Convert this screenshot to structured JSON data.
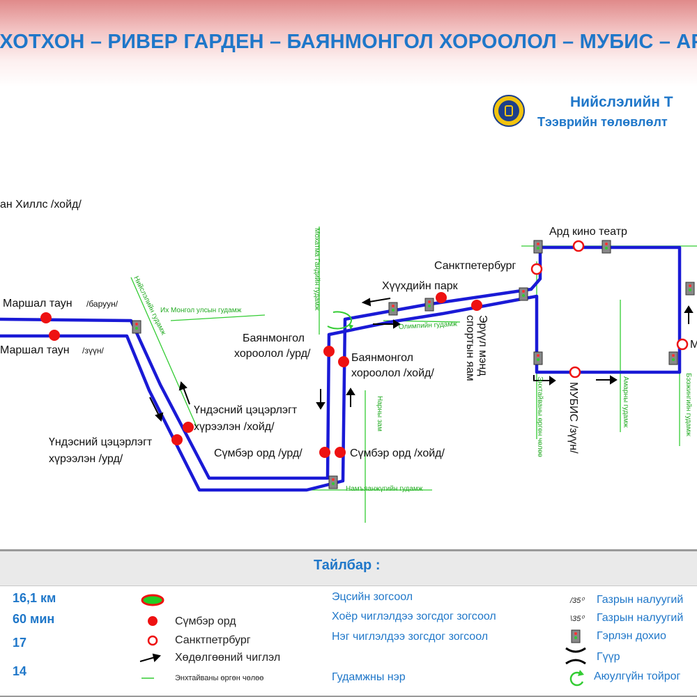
{
  "header": {
    "title": "С ХОТХОН – РИВЕР ГАРДЕН – БАЯНМОНГОЛ ХОРООЛОЛ – МУБИС – АР",
    "org_line1": "Нийслэлийн Т",
    "org_line2": "Тээврийн төлөвлөлт"
  },
  "map": {
    "stops": {
      "hills": "ан Хиллс /хойд/",
      "marshal_west": "Маршал таун",
      "marshal_west_dir": "/баруун/",
      "marshal_east": "Маршал таун",
      "marshal_east_dir": "/зүүн/",
      "park_north_1": "Үндэсний цэцэрлэгт",
      "park_north_2": "хүрээлэн /хойд/",
      "park_south_1": "Үндэсний цэцэрлэгт",
      "park_south_2": "хүрээлэн /урд/",
      "sumber_south": "Сүмбэр орд /урд/",
      "sumber_north": "Сүмбэр орд /хойд/",
      "bayan_south_1": "Баянмонгол",
      "bayan_south_2": "хороолол /урд/",
      "bayan_north_1": "Баянмонгол",
      "bayan_north_2": "хороолол /хойд/",
      "kids_park": "Хүүхдийн парк",
      "health_1": "Эрүүл мэнд",
      "health_2": "спортын яам",
      "spb": "Санктпетербург",
      "cinema": "Ард кино театр",
      "mubis": "МУБИС /зүүн/",
      "m_right": "М"
    },
    "streets": {
      "nairamdal": "Нийслэлийн гудамж",
      "ikh_mongol": "Их Монгол улсын гудамж",
      "gandi": "Мохатма Гандийн гудамж",
      "olympic": "Олимпийн гудамж",
      "narny": "Нарны зам",
      "namyanju": "Намъяанжүгийн гудамж",
      "peace": "Энхтайваны өргөн чөлөө",
      "amarny": "Амарны гудамж",
      "baga_toiruu": "Бээжингийн гудамж"
    }
  },
  "legend": {
    "title": "Тайлбар :",
    "stats": [
      "16,1 км",
      "60 мин",
      "17",
      "14"
    ],
    "items": {
      "sumber": "Сүмбэр орд",
      "spb": "Санктпетрбург",
      "direction": "Хөдөлгөөний чиглэл",
      "peace_avenue": "Энхтайваны өргөн чөлөө",
      "terminal": "Эцсийн зогсоол",
      "two_way": "Хоёр чиглэлдээ зогсдог зогсоол",
      "one_way": "Нэг чиглэлдээ зогсдог зогсоол",
      "street_name": "Гудамжны нэр",
      "slope_up": "Газрын налуугий",
      "slope_down": "Газрын налуугий",
      "slope_up_mark": "/35⁰",
      "slope_down_mark": "\\35⁰",
      "traffic_light": "Гэрлэн дохио",
      "bridge": "Гүүр",
      "roundabout": "Аюулгүйн тойрог"
    }
  },
  "colors": {
    "route": "#1a1ad6",
    "stop": "#ee1111",
    "street": "#33cc33",
    "title": "#1f77c9"
  }
}
